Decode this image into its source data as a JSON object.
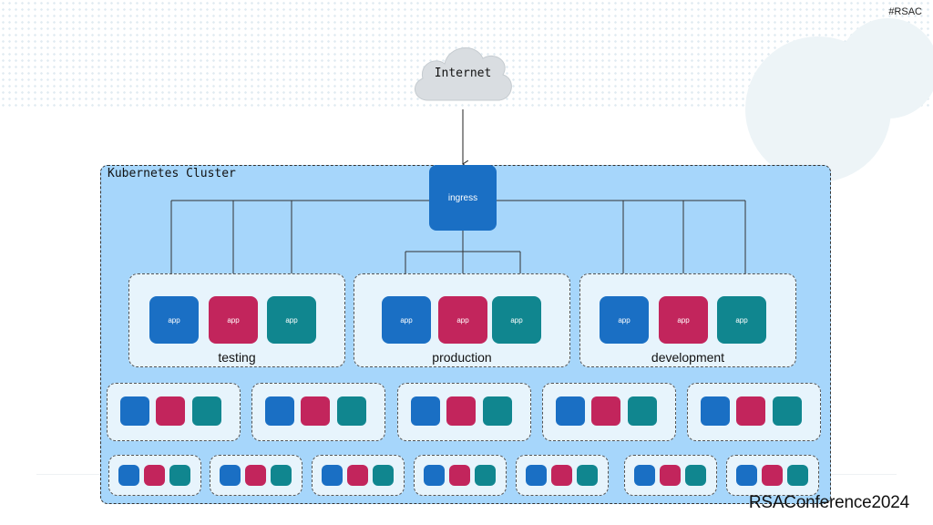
{
  "header": {
    "hashtag": "#RSAC"
  },
  "footer": {
    "brand": "RSAConference2024"
  },
  "diagram": {
    "internet_label": "Internet",
    "cluster_label": "Kubernetes Cluster",
    "ingress_label": "ingress",
    "app_label": "app",
    "namespaces": [
      {
        "label": "testing"
      },
      {
        "label": "production"
      },
      {
        "label": "development"
      }
    ],
    "colors": {
      "blue": "#1a6fc4",
      "pink": "#c2255c",
      "teal": "#10868f",
      "cluster": "#a6d6fb",
      "namespace": "#e7f4fc"
    }
  }
}
